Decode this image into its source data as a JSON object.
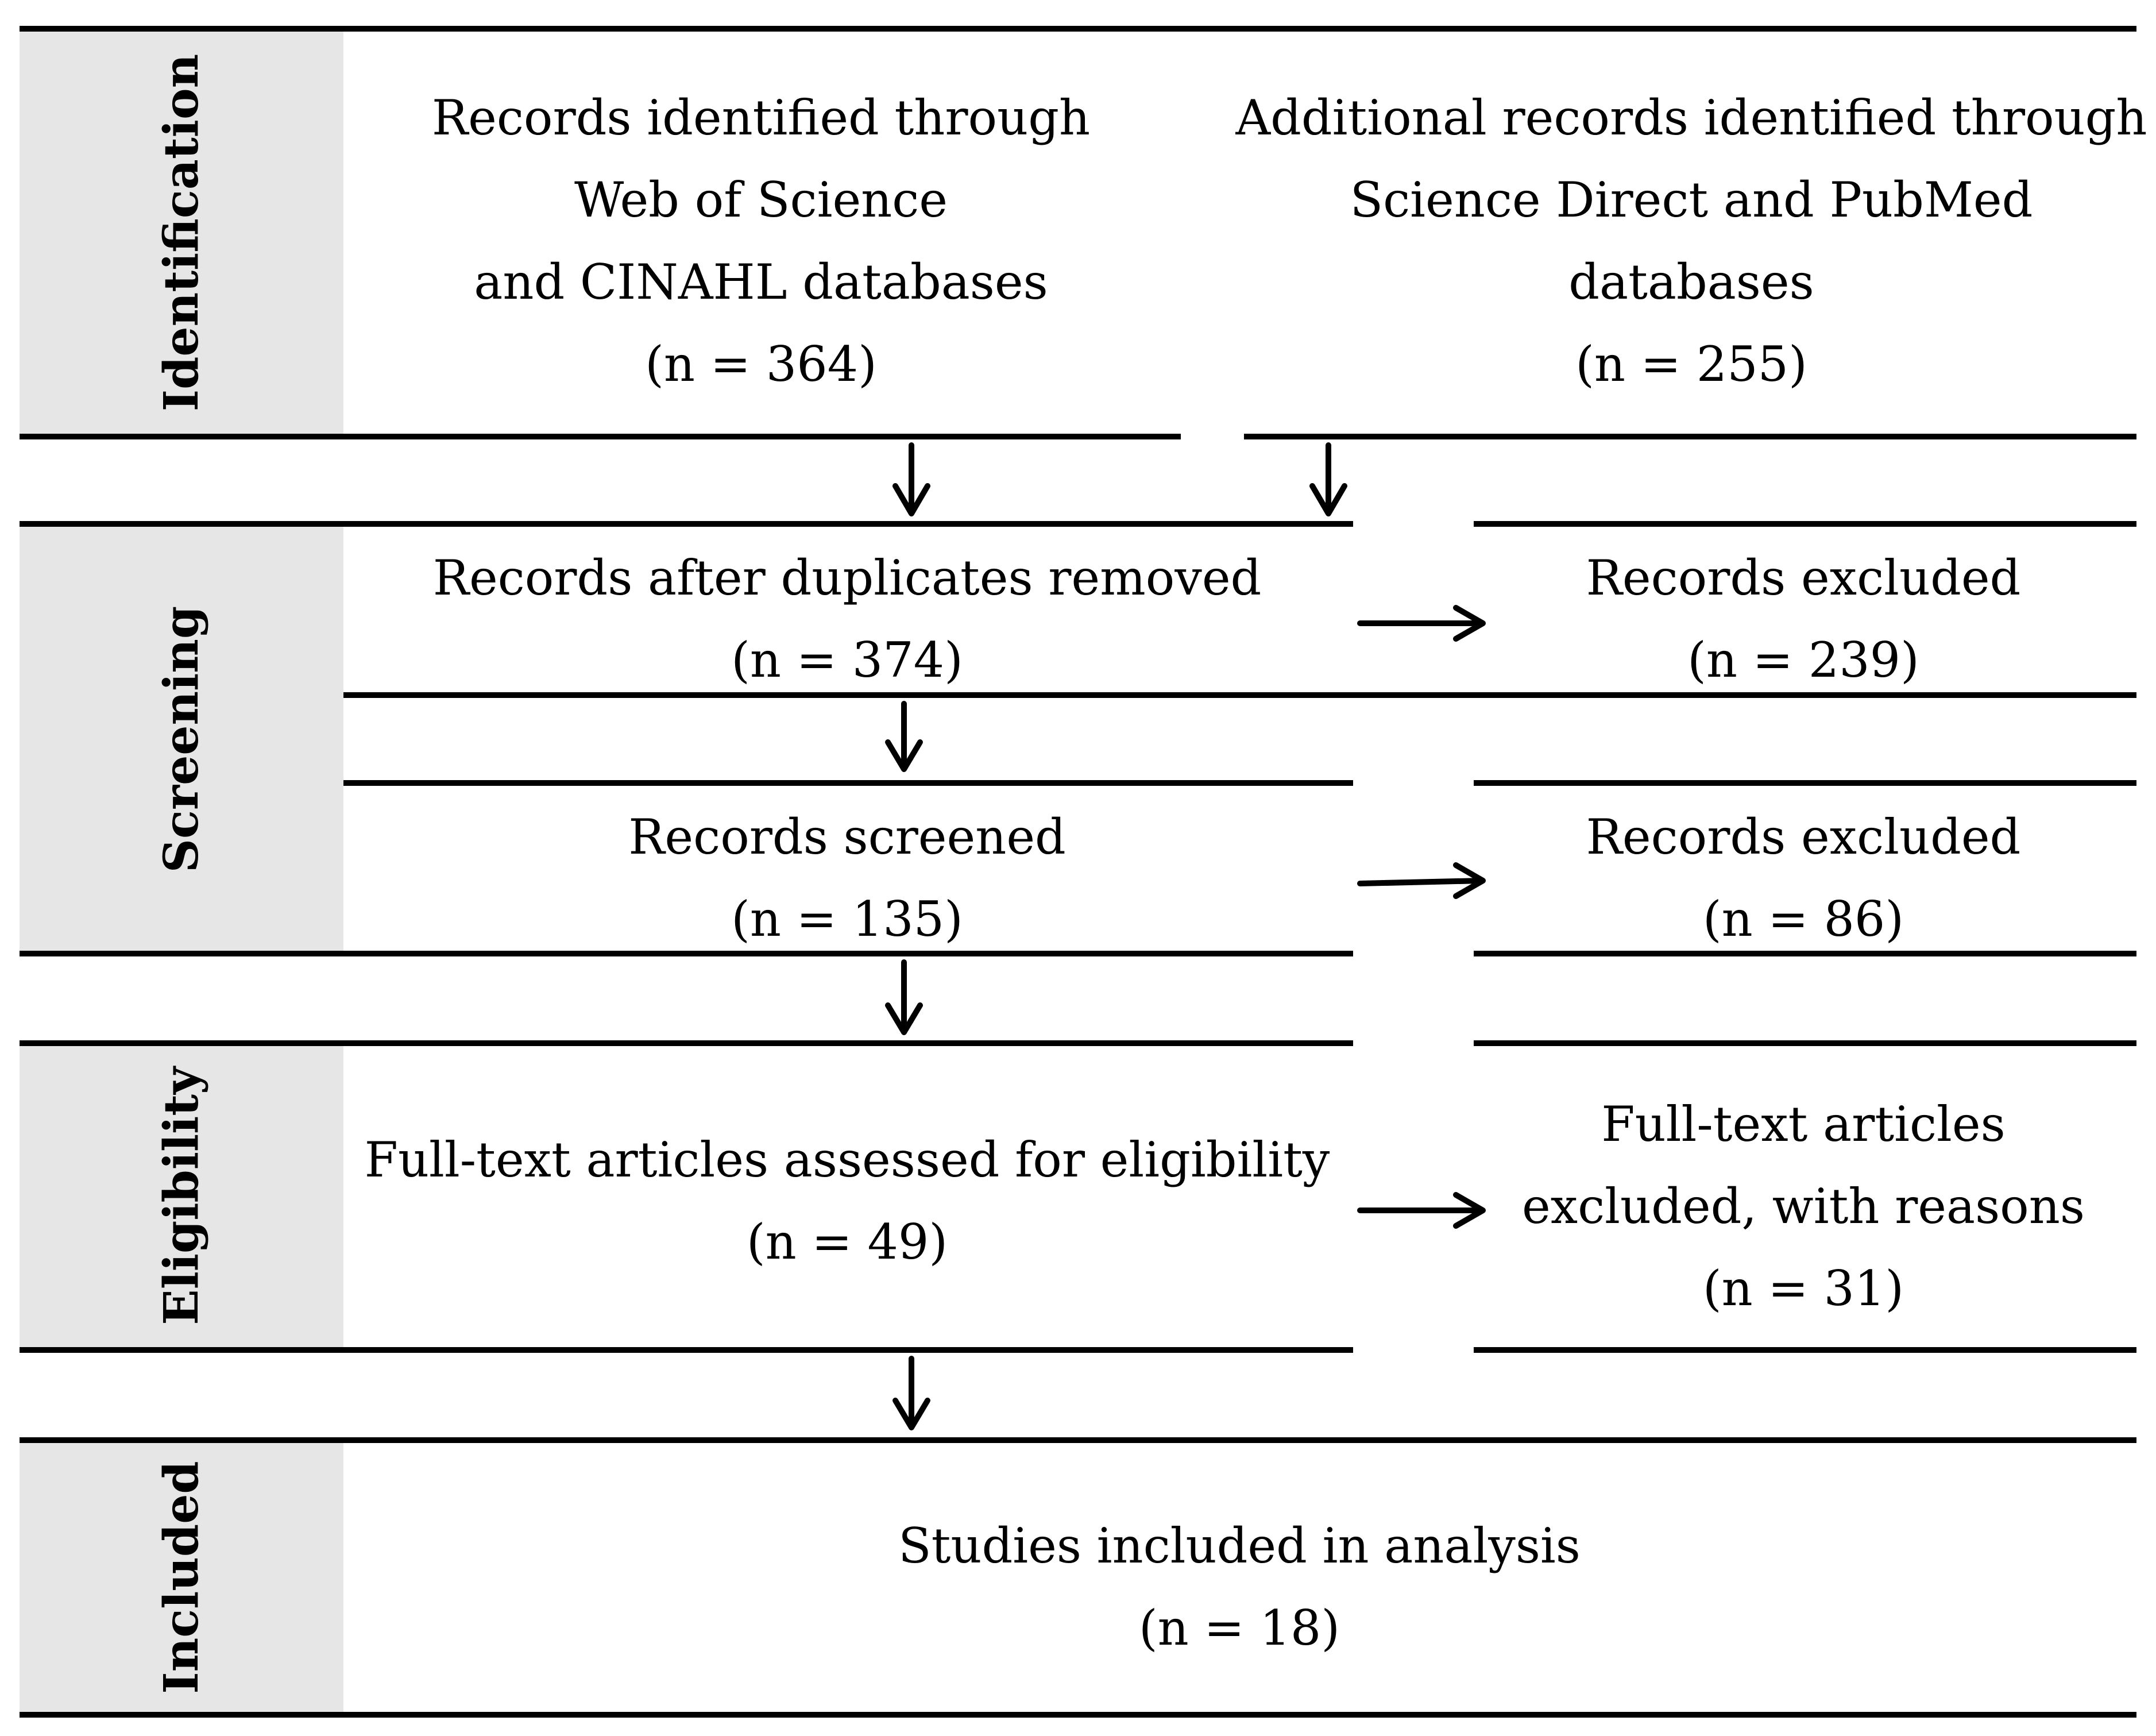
{
  "stages": {
    "identification": "Identification",
    "screening": "Screening",
    "eligibility": "Eligibility",
    "included": "Included"
  },
  "boxes": {
    "wos_cinahl": {
      "lines": [
        "Records identified through",
        "Web of Science",
        "and CINAHL databases",
        "(n = 364)"
      ],
      "n": 364
    },
    "sd_pubmed": {
      "lines": [
        "Additional records identified through",
        "Science Direct and PubMed",
        "databases",
        "(n = 255)"
      ],
      "n": 255
    },
    "after_duplicates": {
      "lines": [
        "Records after duplicates removed",
        "(n = 374)"
      ],
      "n": 374
    },
    "excluded_1": {
      "lines": [
        "Records excluded",
        "(n = 239)"
      ],
      "n": 239
    },
    "screened": {
      "lines": [
        "Records screened",
        "(n = 135)"
      ],
      "n": 135
    },
    "excluded_2": {
      "lines": [
        "Records excluded",
        "(n = 86)"
      ],
      "n": 86
    },
    "fulltext_assessed": {
      "lines": [
        "Full-text articles assessed for eligibility",
        "(n = 49)"
      ],
      "n": 49
    },
    "fulltext_excluded": {
      "lines": [
        "Full-text articles",
        "excluded, with reasons",
        "(n = 31)"
      ],
      "n": 31
    },
    "included_studies": {
      "lines": [
        "Studies included in analysis",
        "(n = 18)"
      ],
      "n": 18
    }
  },
  "colors": {
    "stage_fill": "#e6e6e6",
    "line": "#000000",
    "background": "#ffffff"
  }
}
